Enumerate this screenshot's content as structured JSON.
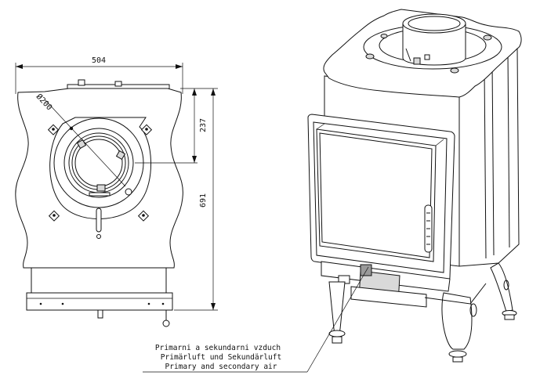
{
  "drawing": {
    "dimensions": {
      "width": "504",
      "top_offset": "237",
      "height": "691",
      "diameter": "Ø200"
    },
    "callout": {
      "lines": [
        "Primarni a sekundarni vzduch",
        "Primärluft und Sekundärluft",
        "Primary and secondary air"
      ]
    }
  }
}
